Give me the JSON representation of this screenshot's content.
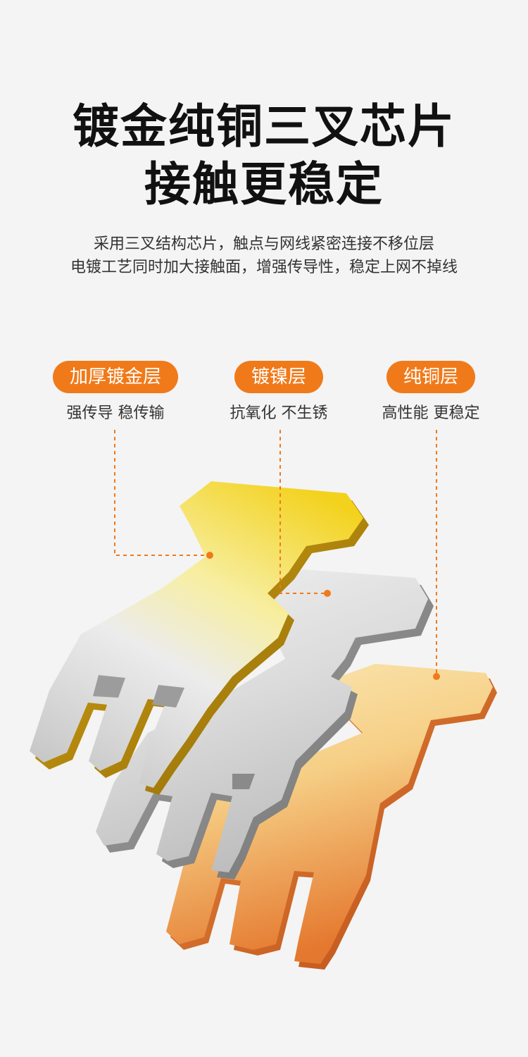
{
  "title_line1": "镀金纯铜三叉芯片",
  "title_line2": "接触更稳定",
  "desc_line1": "采用三叉结构芯片，触点与网线紧密连接不移位层",
  "desc_line2": "电镀工艺同时加大接触面，增强传导性，稳定上网不掉线",
  "layers": [
    {
      "label": "加厚镀金层",
      "desc": "强传导 稳传输"
    },
    {
      "label": "镀镍层",
      "desc": "抗氧化 不生锈"
    },
    {
      "label": "纯铜层",
      "desc": "高性能 更稳定"
    }
  ],
  "colors": {
    "accent": "#f07a1a",
    "gold": "#f2cc1c",
    "nickel": "#c9c9c9",
    "copper": "#e8864a"
  }
}
